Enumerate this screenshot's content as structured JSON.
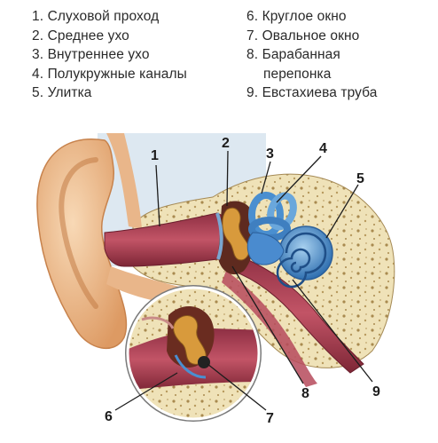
{
  "legend_left": [
    {
      "num": "1.",
      "label": "Слуховой проход"
    },
    {
      "num": "2.",
      "label": "Среднее ухо"
    },
    {
      "num": "3.",
      "label": "Внутреннее ухо"
    },
    {
      "num": "4.",
      "label": "Полукружные каналы"
    },
    {
      "num": "5.",
      "label": "Улитка"
    }
  ],
  "legend_right": [
    {
      "num": "6.",
      "label": "Круглое окно"
    },
    {
      "num": "7.",
      "label": "Овальное окно"
    },
    {
      "num": "8.",
      "label": "Барабанная",
      "cont": "перепонка"
    },
    {
      "num": "9.",
      "label": "Евстахиева труба"
    }
  ],
  "callouts": [
    "1",
    "2",
    "3",
    "4",
    "5",
    "6",
    "7",
    "8",
    "9"
  ],
  "colors": {
    "skin": "#f2c39a",
    "skin_shadow": "#d9935e",
    "canal": "#b8485a",
    "bone": "#efe2b8",
    "inner_ear": "#3f86c9",
    "ossicles": "#c08432",
    "sky": "#d6e4ef"
  }
}
